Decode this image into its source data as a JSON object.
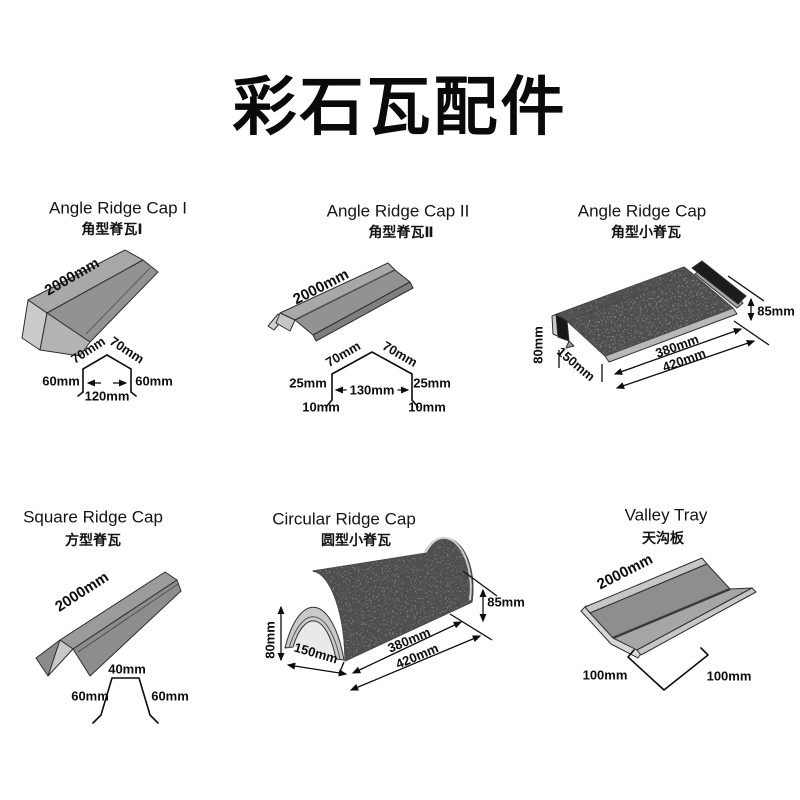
{
  "page": {
    "title": "彩石瓦配件"
  },
  "products": {
    "p1": {
      "title_en": "Angle Ridge Cap I",
      "title_zh": "角型脊瓦Ⅰ",
      "len": "2000mm",
      "slope_l": "70mm",
      "slope_r": "70mm",
      "side_l": "60mm",
      "side_r": "60mm",
      "width": "120mm"
    },
    "p2": {
      "title_en": "Angle Ridge Cap II",
      "title_zh": "角型脊瓦Ⅱ",
      "len": "2000mm",
      "slope_l": "70mm",
      "slope_r": "70mm",
      "side_l": "25mm",
      "side_r": "25mm",
      "width": "130mm",
      "flare_l": "10mm",
      "flare_r": "10mm"
    },
    "p3": {
      "title_en": "Angle Ridge Cap",
      "title_zh": "角型小脊瓦",
      "height": "80mm",
      "depth": "150mm",
      "inner_len": "380mm",
      "outer_len": "420mm",
      "end_height": "85mm"
    },
    "p4": {
      "title_en": "Square Ridge Cap",
      "title_zh": "方型脊瓦",
      "len": "2000mm",
      "top": "40mm",
      "side_l": "60mm",
      "side_r": "60mm"
    },
    "p5": {
      "title_en": "Circular Ridge Cap",
      "title_zh": "圆型小脊瓦",
      "height": "80mm",
      "depth": "150mm",
      "inner_len": "380mm",
      "outer_len": "420mm",
      "end_height": "85mm"
    },
    "p6": {
      "title_en": "Valley Tray",
      "title_zh": "天沟板",
      "len": "2000mm",
      "side_l": "100mm",
      "side_r": "100mm"
    }
  },
  "colors": {
    "ink": "#0d0d0d",
    "body_gray": "#949494",
    "light_gray": "#c9c9c9",
    "texture_gray": "#7a7a7a"
  }
}
